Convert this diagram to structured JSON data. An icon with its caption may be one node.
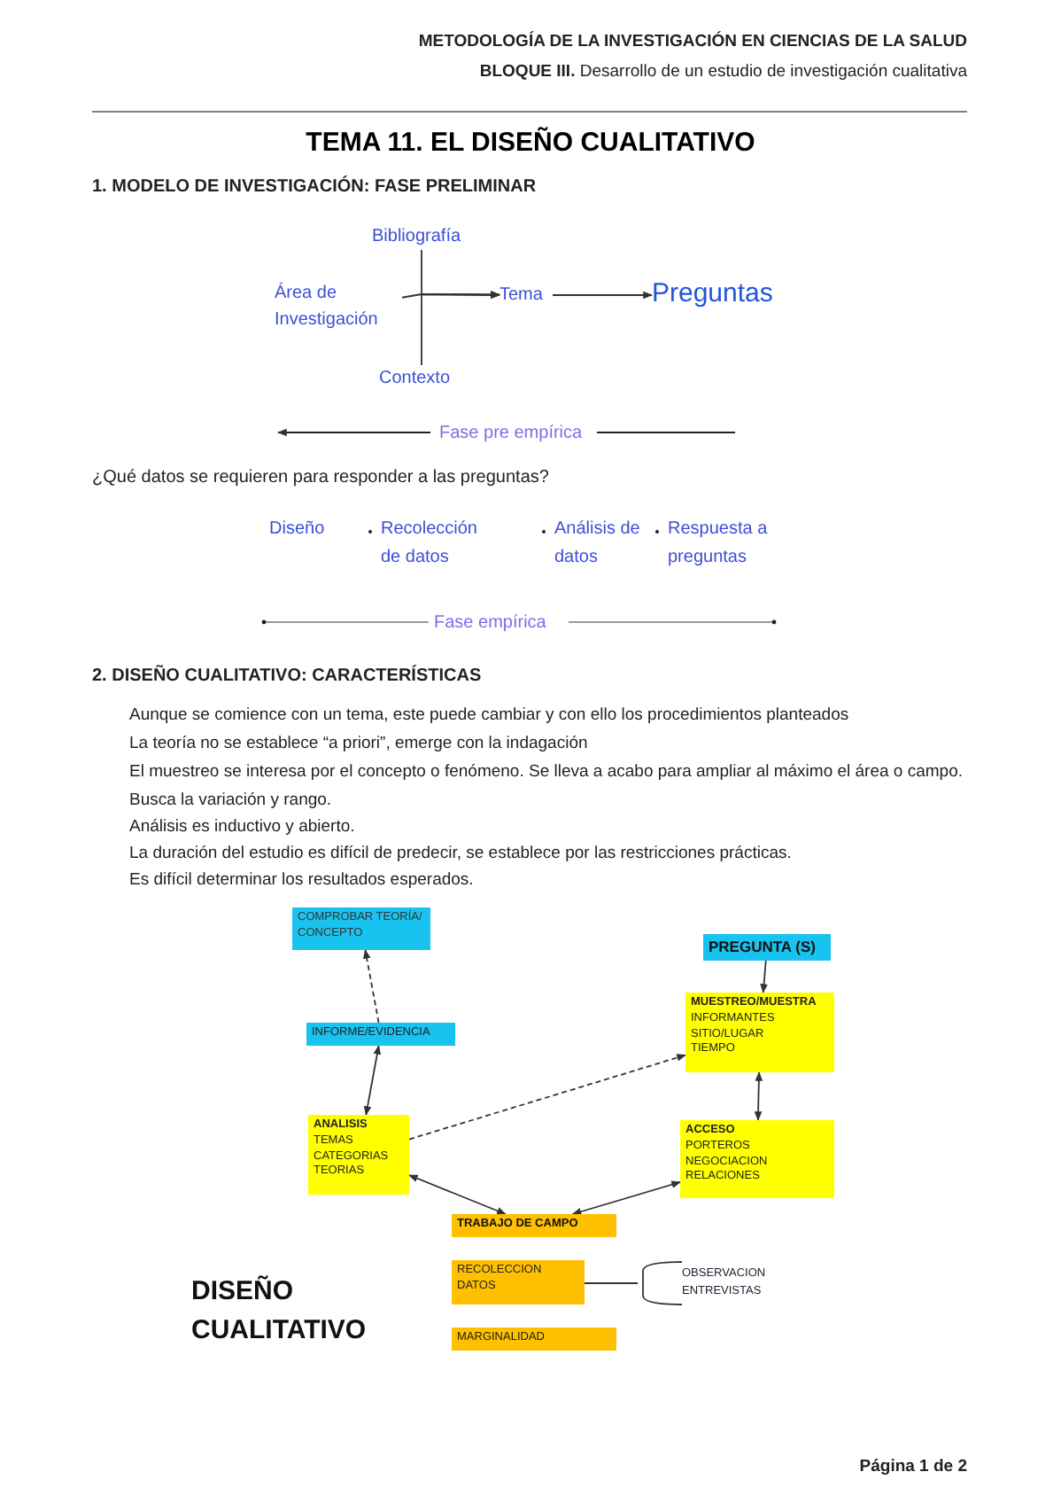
{
  "diagram": {
    "title": "TEMA 11. EL DISEÑO CUALITATIVO",
    "nodes": [
      {
        "text": [
          "Área de Investigación"
        ]
      },
      {
        "text": [
          "Bibliografía"
        ]
      },
      {
        "text": [
          "Contexto"
        ]
      },
      {
        "text": [
          "Tema"
        ]
      },
      {
        "text": [
          "Preguntas"
        ]
      },
      {
        "text": [
          "COMPROBAR TEORÍA/ CONCEPTO"
        ]
      },
      {
        "text": [
          "INFORME/EVIDENCIA"
        ]
      },
      {
        "text": [
          "PREGUNTA (S)"
        ]
      },
      {
        "text": [
          "MUESTREO/MUESTRA",
          "INFORMANTES",
          "SITIO/LUGAR",
          "TIEMPO"
        ]
      },
      {
        "text": [
          "ANALISIS",
          "TEMAS",
          "CATEGORIAS",
          "TEORIAS"
        ]
      },
      {
        "text": [
          "ACCESO",
          "PORTEROS",
          "NEGOCIACION",
          "RELACIONES"
        ]
      },
      {
        "text": [
          "TRABAJO DE CAMPO"
        ]
      },
      {
        "text": [
          "RECOLECCION DATOS"
        ]
      },
      {
        "text": [
          "MARGINALIDAD"
        ]
      },
      {
        "text": [
          "OBSERVACION",
          "ENTREVISTAS"
        ]
      }
    ],
    "edges": [
      {
        "from": 0,
        "to": 3,
        "arrow": "to"
      },
      {
        "from": 1,
        "to": 3,
        "arrow": "to"
      },
      {
        "from": 2,
        "to": 3,
        "arrow": "to"
      },
      {
        "from": 3,
        "to": 4,
        "arrow": "to"
      },
      {
        "from": 6,
        "to": 5,
        "arrow": "to",
        "style": "dashed"
      },
      {
        "from": 7,
        "to": 8,
        "arrow": "to"
      },
      {
        "from": 6,
        "to": 9,
        "arrow": "both"
      },
      {
        "from": 9,
        "to": 8,
        "arrow": "to",
        "style": "dashed"
      },
      {
        "from": 8,
        "to": 10,
        "arrow": "both"
      },
      {
        "from": 9,
        "to": 11,
        "arrow": "both"
      },
      {
        "from": 10,
        "to": 11,
        "arrow": "both"
      },
      {
        "from": 12,
        "to": 14,
        "arrow": "none"
      }
    ],
    "labels": [
      "METODOLOGÍA DE LA INVESTIGACIÓN EN CIENCIAS DE LA SALUD",
      "**BLOQUE III.** Desarrollo de un estudio de investigación cualitativa",
      "1. MODELO DE INVESTIGACIÓN: FASE PRELIMINAR",
      "Fase pre empírica",
      "¿Qué datos se requieren para responder a las preguntas?",
      "Diseño",
      "Recolección de datos",
      "Análisis de datos",
      "Respuesta a preguntas",
      "Fase empírica",
      "2. DISEÑO CUALITATIVO: CARACTERÍSTICAS",
      "Aunque se comience con un tema, este puede cambiar y con ello los procedimientos planteados",
      "La teoría no se establece “a priori”, emerge con la indagación",
      "El muestreo se interesa por el concepto o fenómeno. Se lleva a acabo para ampliar al máximo el área o campo. Busca la variación y rango.",
      "Análisis es inductivo y abierto.",
      "La duración del estudio es difícil de predecir, se establece por las restricciones prácticas.",
      "Es difícil determinar los resultados esperados.",
      "DISEÑO CUALITATIVO",
      "Página 1 de 2"
    ]
  }
}
